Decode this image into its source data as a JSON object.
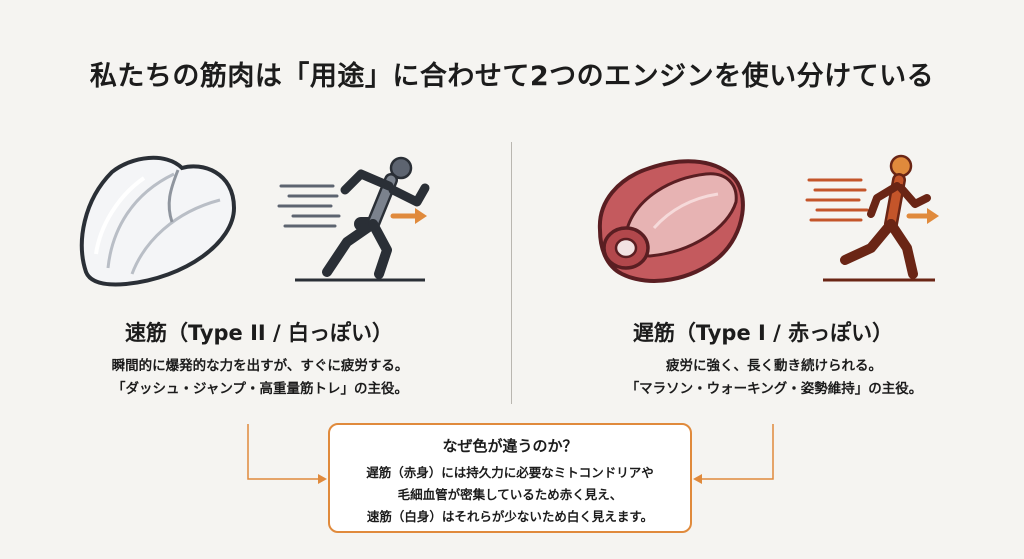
{
  "title": "私たちの筋肉は「用途」に合わせて2つのエンジンを使い分けている",
  "fast": {
    "heading": "速筋（Type II / 白っぽい）",
    "line1": "瞬間的に爆発的な力を出すが、すぐに疲労する。",
    "line2": "「ダッシュ・ジャンプ・高重量筋トレ」の主役。",
    "muscle_icon": "white-muscle-icon",
    "runner_icon": "sprinter-icon"
  },
  "slow": {
    "heading": "遅筋（Type I / 赤っぽい）",
    "line1": "疲労に強く、長く動き続けられる。",
    "line2": "「マラソン・ウォーキング・姿勢維持」の主役。",
    "muscle_icon": "red-muscle-icon",
    "runner_icon": "jogger-icon"
  },
  "explain": {
    "title": "なぜ色が違うのか？",
    "line1": "遅筋（赤身）には持久力に必要なミトコンドリアや",
    "line2": "毛細血管が密集しているため赤く見え、",
    "line3": "速筋（白身）はそれらが少ないため白く見えます。"
  },
  "colors": {
    "accent": "#e08a3c",
    "fast_figure": "#5d6470",
    "slow_figure": "#c4552a",
    "red_muscle": "#b2484c"
  }
}
